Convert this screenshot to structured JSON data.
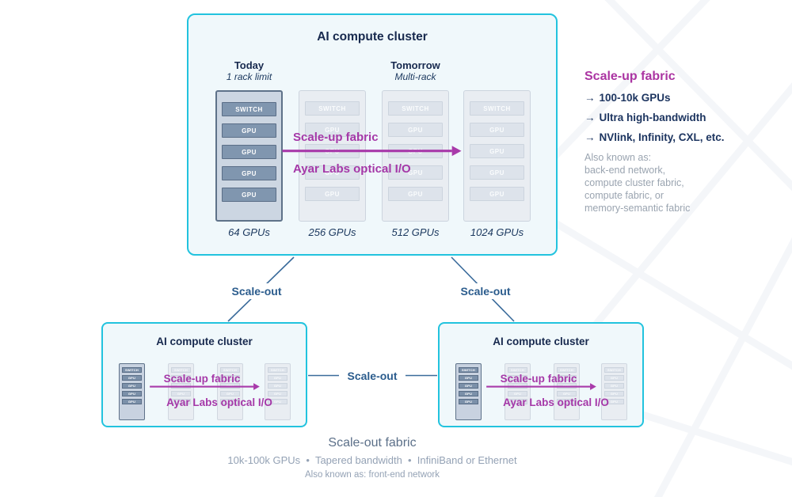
{
  "top_cluster": {
    "title": "AI compute cluster",
    "columns": {
      "today": {
        "label": "Today",
        "sublabel": "1 rack limit"
      },
      "tomorrow": {
        "label": "Tomorrow",
        "sublabel": "Multi-rack"
      }
    },
    "arrow": {
      "label_top": "Scale-up fabric",
      "label_bottom": "Ayar Labs optical I/O"
    },
    "racks": [
      {
        "gpu_count": "64 GPUs"
      },
      {
        "gpu_count": "256 GPUs"
      },
      {
        "gpu_count": "512 GPUs"
      },
      {
        "gpu_count": "1024 GPUs"
      }
    ]
  },
  "rack_modules": [
    "SWITCH",
    "GPU",
    "GPU",
    "GPU",
    "GPU"
  ],
  "scale_up_panel": {
    "heading": "Scale-up fabric",
    "bullet_icon": "→",
    "bullets": [
      "100-10k GPUs",
      "Ultra high-bandwidth",
      "NVlink, Infinity, CXL, etc."
    ],
    "also_known": [
      "Also known as:",
      "back-end network,",
      "compute cluster fabric,",
      "compute fabric, or",
      "memory-semantic fabric"
    ]
  },
  "connectors": {
    "left_label": "Scale-out",
    "right_label": "Scale-out",
    "middle_label": "Scale-out"
  },
  "bottom_clusters": [
    {
      "title": "AI compute cluster",
      "arrow": {
        "label_top": "Scale-up fabric",
        "label_bottom": "Ayar Labs optical I/O"
      }
    },
    {
      "title": "AI compute cluster",
      "arrow": {
        "label_top": "Scale-up fabric",
        "label_bottom": "Ayar Labs optical I/O"
      }
    }
  ],
  "bottom_caption": {
    "title": "Scale-out fabric",
    "details": "10k-100k GPUs  •  Tapered bandwidth  •  InfiniBand or Ethernet",
    "also_known": "Also known as: front-end network"
  },
  "colors": {
    "accent_cyan": "#22c3de",
    "navy": "#17294e",
    "steel_blue": "#2b5c8d",
    "purple": "#a538a8",
    "magenta_heading": "#ab34a2",
    "gray_text": "#9aa4b0",
    "box_fill": "#f0f8fb"
  }
}
